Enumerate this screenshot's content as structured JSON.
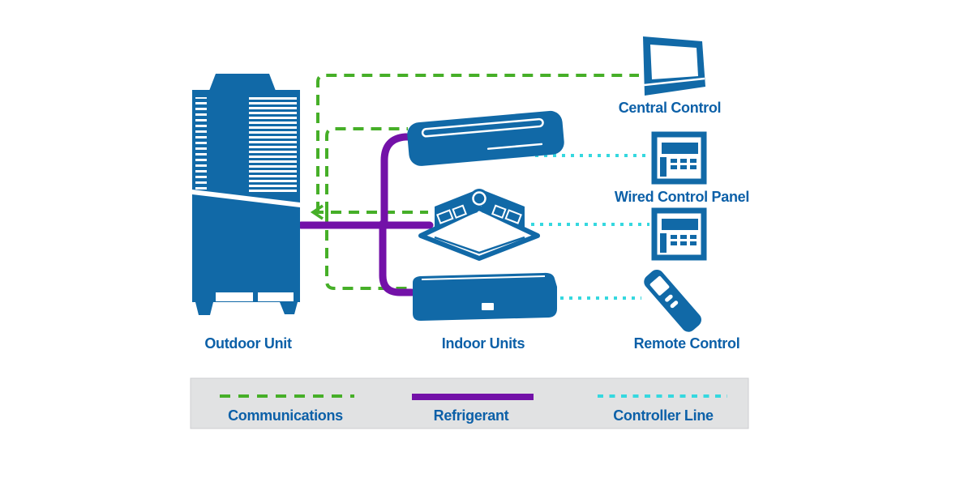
{
  "diagram": {
    "type": "hvac-vrf-system-diagram",
    "nodes": {
      "outdoor_unit": {
        "label": "Outdoor Unit"
      },
      "indoor_units": {
        "label": "Indoor Units",
        "devices": [
          "ceiling-suspended-unit",
          "ceiling-cassette-unit",
          "wall-mounted-unit"
        ]
      },
      "central_control": {
        "label": "Central Control"
      },
      "wired_control_panel": {
        "label": "Wired Control Panel",
        "count": 2
      },
      "remote_control": {
        "label": "Remote Control"
      }
    },
    "connections": [
      {
        "from": "outdoor_unit",
        "to": "central_control",
        "type": "communications"
      },
      {
        "from": "outdoor_unit",
        "to": "ceiling-suspended-unit",
        "type": "communications"
      },
      {
        "from": "outdoor_unit",
        "to": "ceiling-cassette-unit",
        "type": "communications"
      },
      {
        "from": "outdoor_unit",
        "to": "wall-mounted-unit",
        "type": "communications"
      },
      {
        "from": "outdoor_unit",
        "to": "ceiling-suspended-unit",
        "type": "refrigerant"
      },
      {
        "from": "outdoor_unit",
        "to": "ceiling-cassette-unit",
        "type": "refrigerant"
      },
      {
        "from": "outdoor_unit",
        "to": "wall-mounted-unit",
        "type": "refrigerant"
      },
      {
        "from": "ceiling-suspended-unit",
        "to": "wired_control_panel",
        "type": "controller"
      },
      {
        "from": "ceiling-cassette-unit",
        "to": "wired_control_panel",
        "type": "controller"
      },
      {
        "from": "wall-mounted-unit",
        "to": "remote_control",
        "type": "controller"
      }
    ],
    "legend": {
      "items": [
        {
          "label": "Communications",
          "line_style": "dashed",
          "color": "#46AF28"
        },
        {
          "label": "Refrigerant",
          "line_style": "solid",
          "color": "#7311A8"
        },
        {
          "label": "Controller Line",
          "line_style": "dotted",
          "color": "#35D8DF"
        }
      ]
    },
    "colors": {
      "device_blue": "#1169A7",
      "label_blue": "#0C60A8",
      "communications_green": "#46AF28",
      "refrigerant_purple": "#7311A8",
      "controller_cyan": "#35D8DF",
      "legend_background": "#E1E2E3",
      "background": "#FFFFFF"
    }
  }
}
